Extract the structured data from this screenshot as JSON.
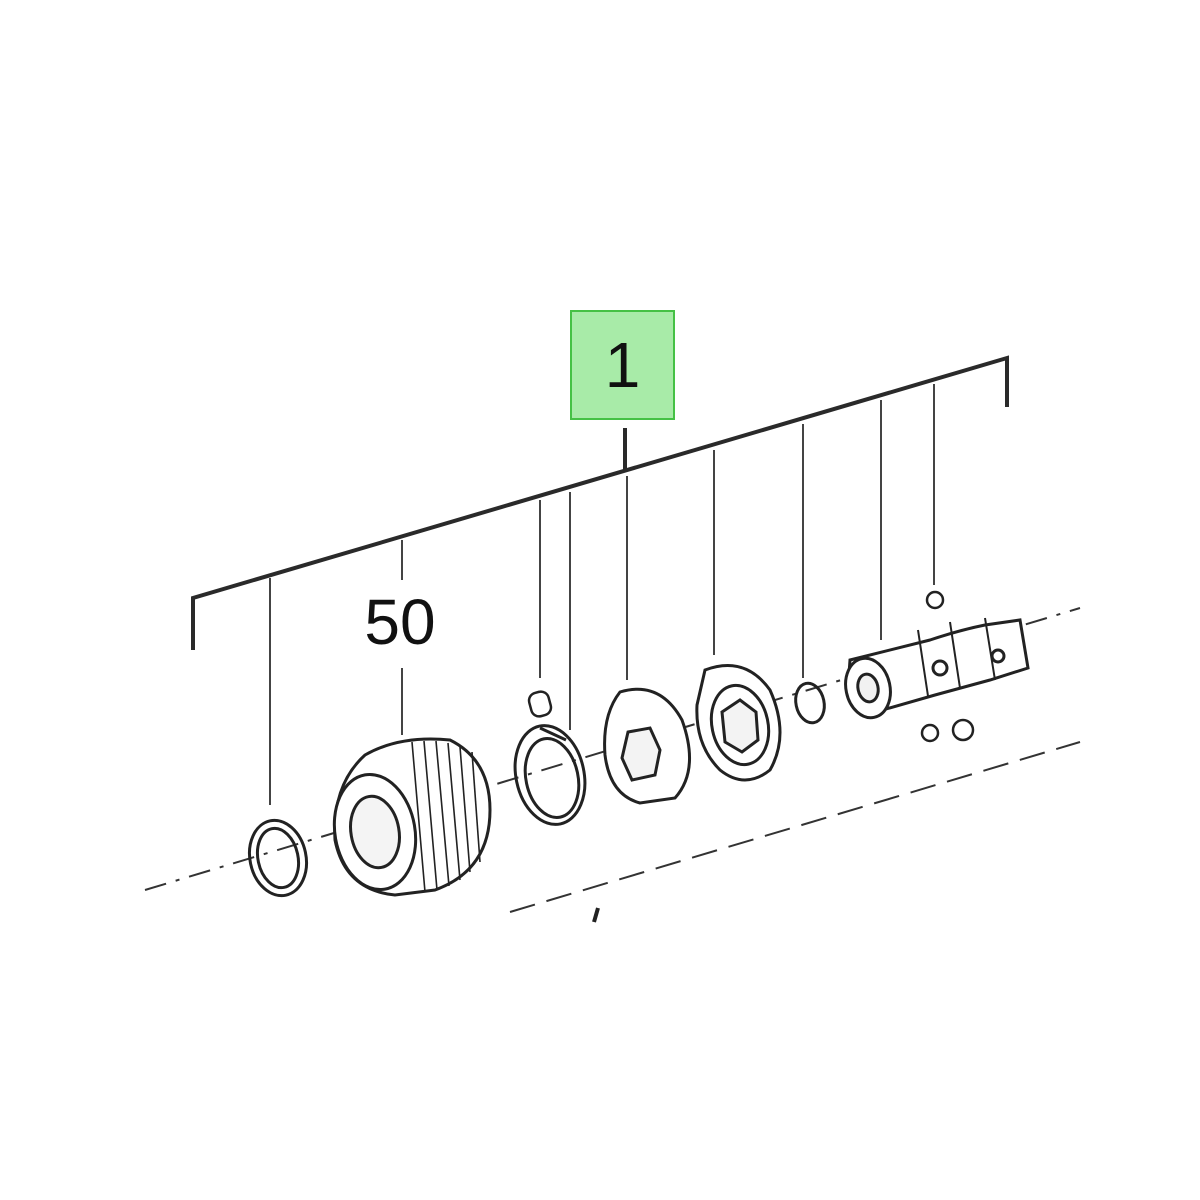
{
  "diagram": {
    "assembly_label": "1",
    "callouts": [
      {
        "id": "part-50",
        "label": "50"
      }
    ],
    "highlight_color": "#a8eba8",
    "highlight_border": "#45c145",
    "line_color": "#222222"
  }
}
